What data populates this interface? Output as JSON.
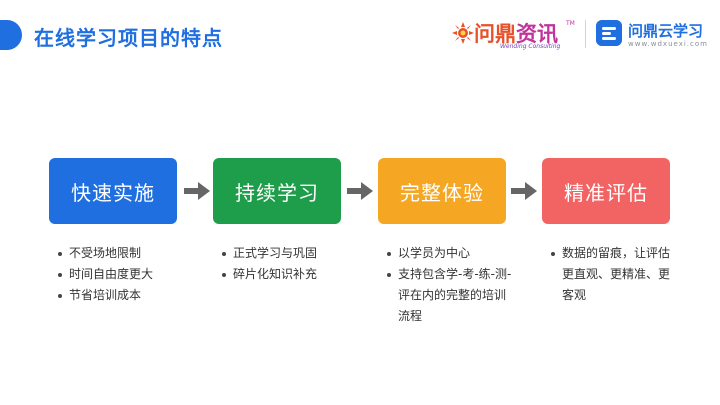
{
  "page_title": "在线学习项目的特点",
  "logos": {
    "wending": {
      "brand_part1": "问鼎",
      "brand_part2": "资讯",
      "tm": "TM",
      "subtitle": "Wending Consulting"
    },
    "yun": {
      "brand": "问鼎云学习",
      "url": "www.wdxuexi.com"
    }
  },
  "colors": {
    "title": "#1f6fe0",
    "card1": "#1f6fe0",
    "card2": "#1e9e4a",
    "card3": "#f5a623",
    "card4": "#f26464",
    "arrow": "#666666"
  },
  "steps": [
    {
      "label": "快速实施",
      "bullets": [
        "不受场地限制",
        "时间自由度更大",
        "节省培训成本"
      ]
    },
    {
      "label": "持续学习",
      "bullets": [
        "正式学习与巩固",
        "碎片化知识补充"
      ]
    },
    {
      "label": "完整体验",
      "bullets": [
        "以学员为中心",
        "支持包含学-考-练-测-评在内的完整的培训流程"
      ]
    },
    {
      "label": "精准评估",
      "bullets": [
        "数据的留痕，让评估更直观、更精准、更客观"
      ]
    }
  ]
}
